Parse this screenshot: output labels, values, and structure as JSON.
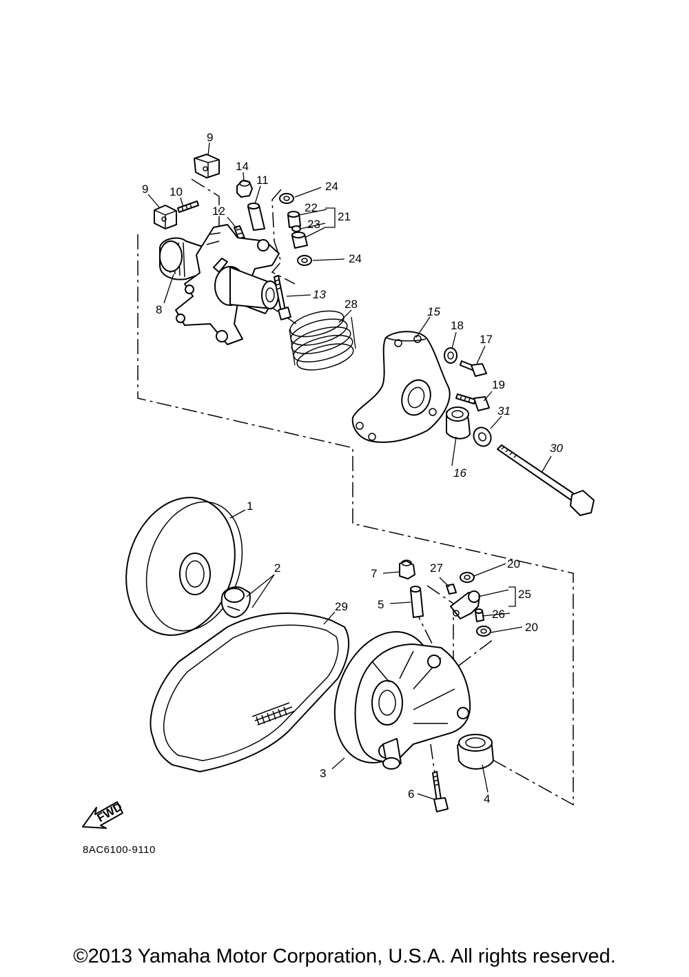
{
  "diagram": {
    "reference_code": "8AC6100-9110",
    "copyright": "©2013 Yamaha Motor Corporation, U.S.A. All rights reserved.",
    "fwd_label": "FWD",
    "callouts": [
      {
        "id": "c9a",
        "label": "9"
      },
      {
        "id": "c9b",
        "label": "9"
      },
      {
        "id": "c10",
        "label": "10"
      },
      {
        "id": "c14",
        "label": "14"
      },
      {
        "id": "c11",
        "label": "11"
      },
      {
        "id": "c24a",
        "label": "24"
      },
      {
        "id": "c22",
        "label": "22"
      },
      {
        "id": "c21",
        "label": "21"
      },
      {
        "id": "c23",
        "label": "23"
      },
      {
        "id": "c12",
        "label": "12"
      },
      {
        "id": "c24b",
        "label": "24"
      },
      {
        "id": "c8",
        "label": "8"
      },
      {
        "id": "c13",
        "label": "13"
      },
      {
        "id": "c28",
        "label": "28"
      },
      {
        "id": "c15",
        "label": "15"
      },
      {
        "id": "c18",
        "label": "18"
      },
      {
        "id": "c17",
        "label": "17"
      },
      {
        "id": "c19",
        "label": "19"
      },
      {
        "id": "c31",
        "label": "31"
      },
      {
        "id": "c16",
        "label": "16"
      },
      {
        "id": "c30",
        "label": "30"
      },
      {
        "id": "c1",
        "label": "1"
      },
      {
        "id": "c2",
        "label": "2"
      },
      {
        "id": "c7",
        "label": "7"
      },
      {
        "id": "c27",
        "label": "27"
      },
      {
        "id": "c20a",
        "label": "20"
      },
      {
        "id": "c25",
        "label": "25"
      },
      {
        "id": "c5",
        "label": "5"
      },
      {
        "id": "c29",
        "label": "29"
      },
      {
        "id": "c26",
        "label": "26"
      },
      {
        "id": "c20b",
        "label": "20"
      },
      {
        "id": "c3",
        "label": "3"
      },
      {
        "id": "c6",
        "label": "6"
      },
      {
        "id": "c4",
        "label": "4"
      }
    ]
  }
}
